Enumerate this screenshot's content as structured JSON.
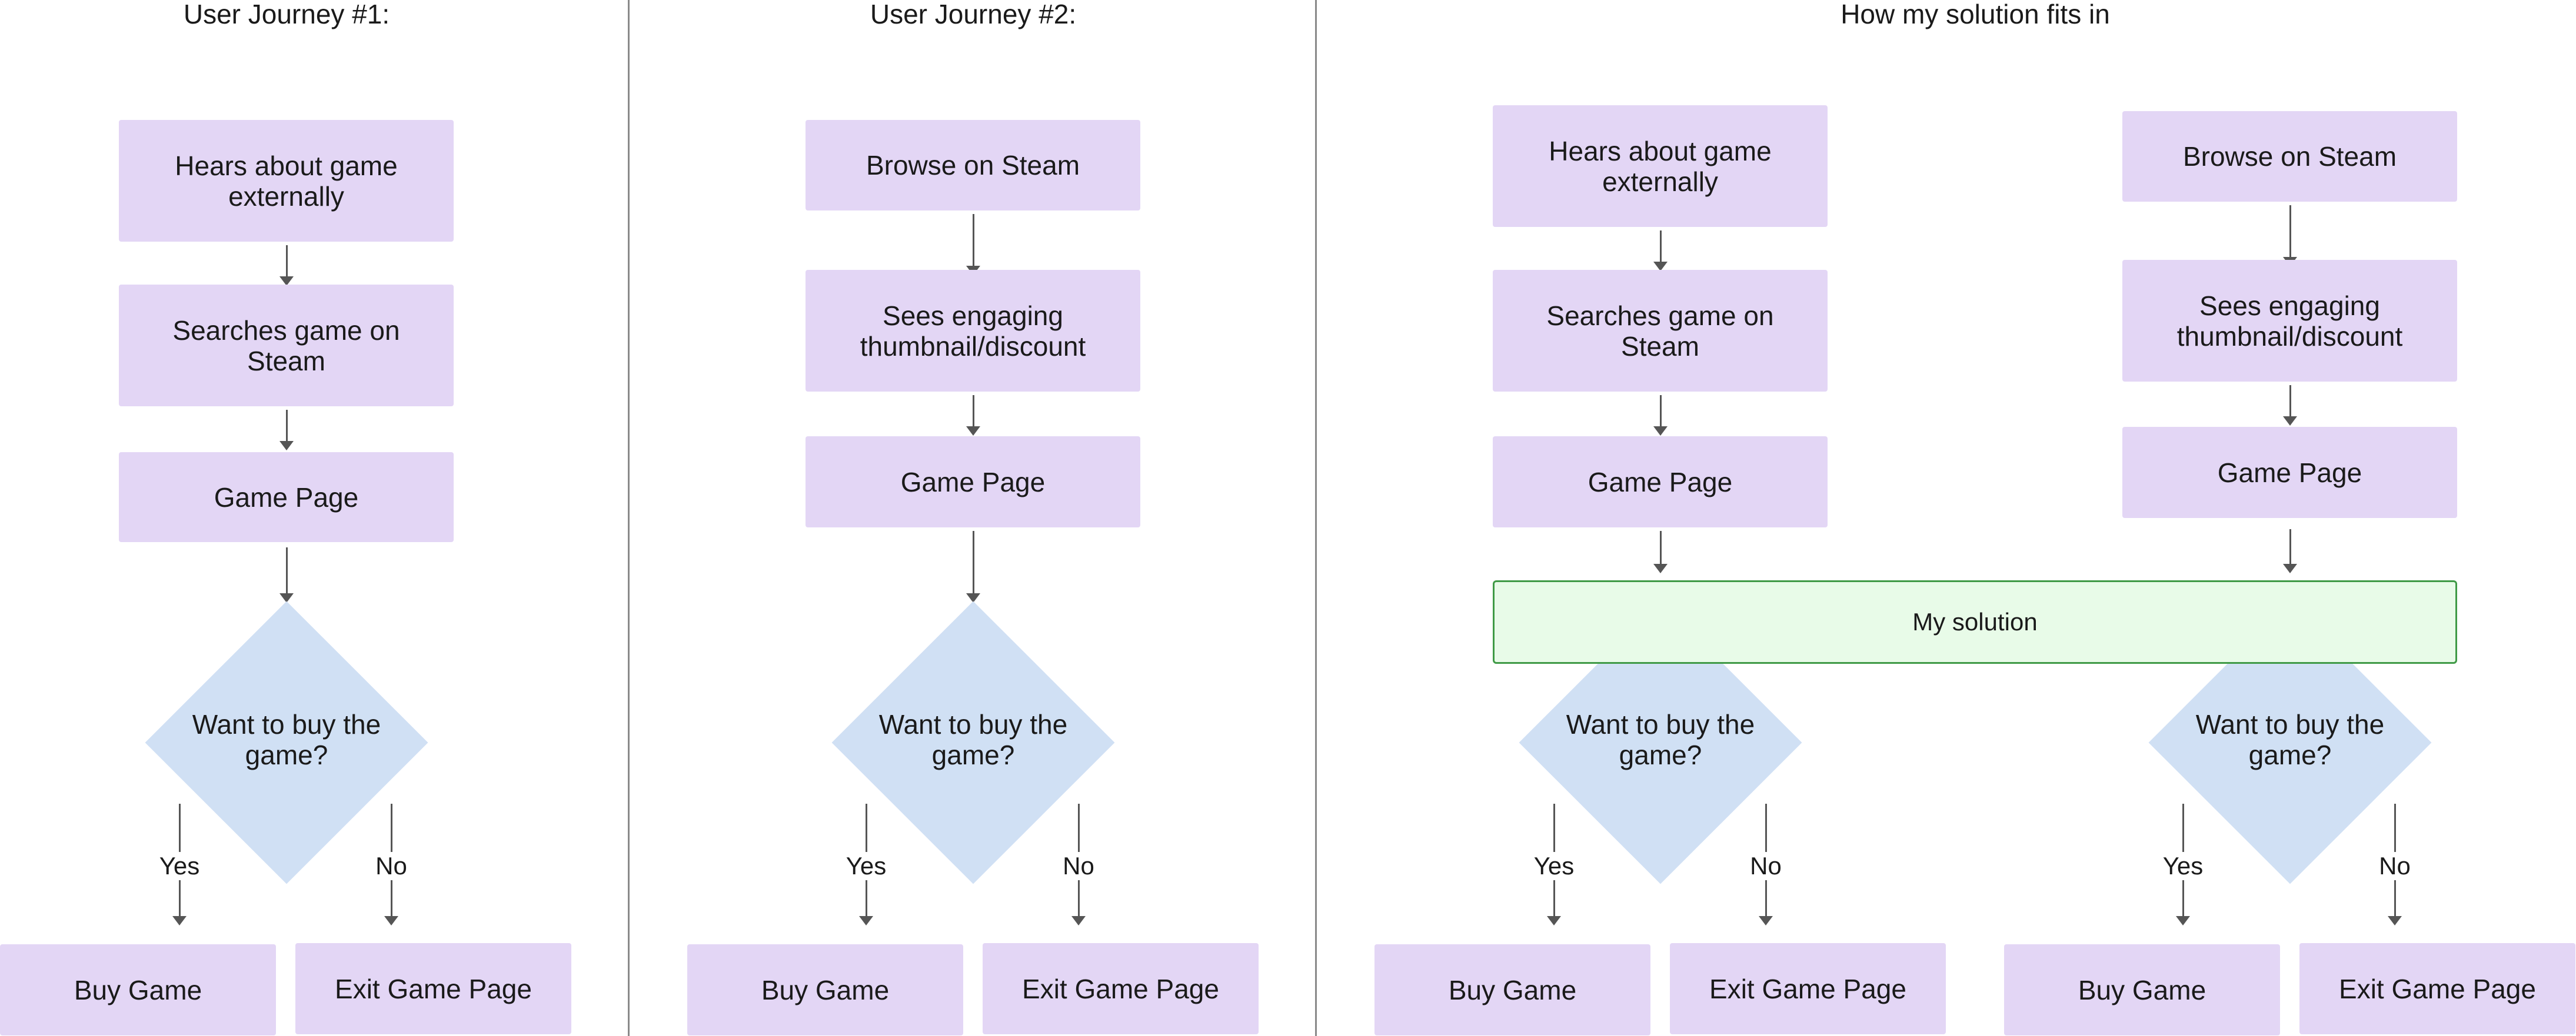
{
  "titles": {
    "journey_1": "User Journey #1:",
    "journey_2": "User Journey #2:",
    "solution": "How my solution fits in"
  },
  "nodes": {
    "hears_about": "Hears about game externally",
    "searches": "Searches game on Steam",
    "game_page": "Game Page",
    "browse": "Browse on Steam",
    "sees_thumbnail": "Sees engaging thumbnail/discount",
    "want_to_buy": "Want to buy the game?",
    "buy_game": "Buy Game",
    "exit_game_page": "Exit Game Page",
    "my_solution": "My solution"
  },
  "edges": {
    "yes": "Yes",
    "no": "No"
  },
  "colors": {
    "step_box": "#e3d6f5",
    "decision": "#d0e0f4",
    "solution_fill": "#e8fbe8",
    "solution_border": "#3f9a46",
    "connector": "#555555",
    "divider": "#8a8a8a"
  }
}
